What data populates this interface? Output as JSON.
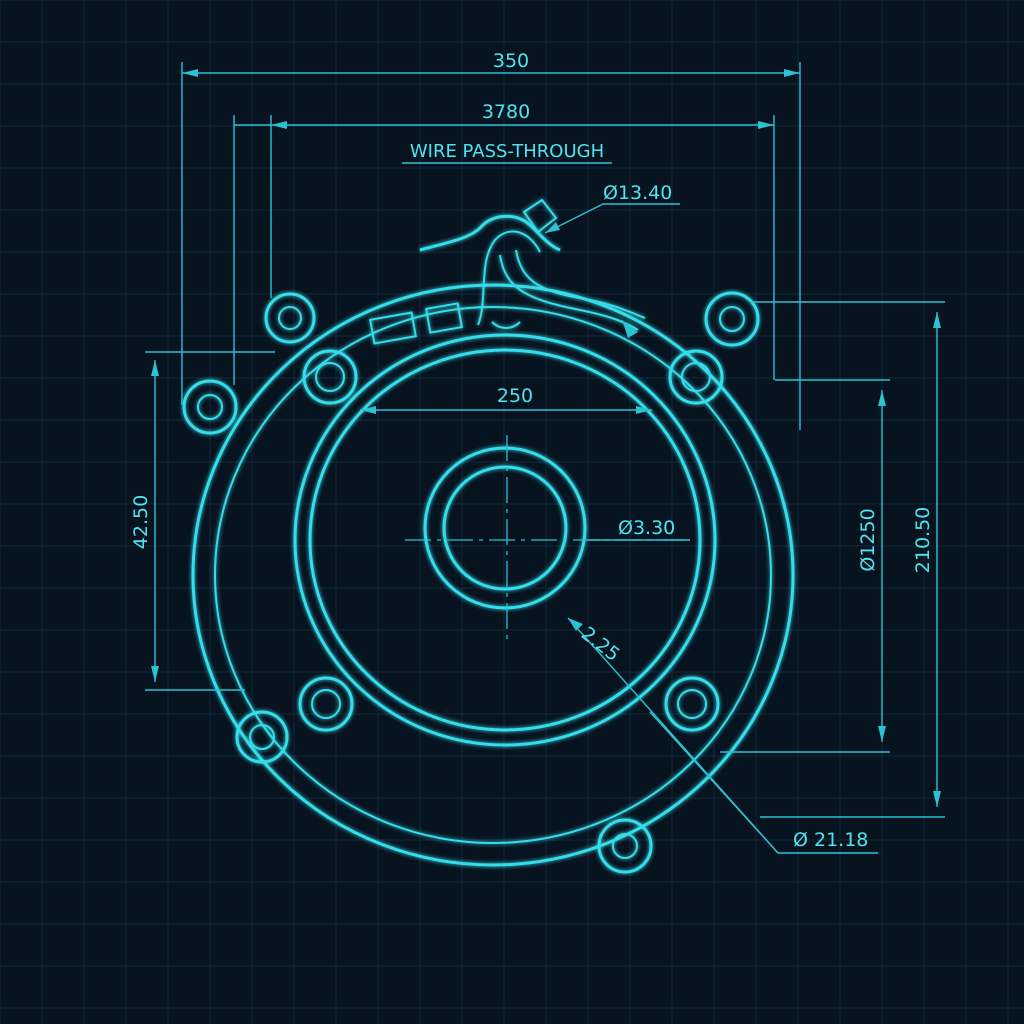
{
  "drawing": {
    "colors": {
      "background": "#07131f",
      "grid": "#10283a",
      "line": "#35dcea",
      "dimension": "#2bc2d4",
      "text": "#4fe4f2"
    },
    "note": "WIRE PASS-THROUGH",
    "dimensions": {
      "overall_width": "350",
      "inner_width": "3780",
      "wire_hole": "Ø13.40",
      "bore_width": "250",
      "hub_diameter": "Ø3.30",
      "left_height": "42.50",
      "right_diameter": "Ø1250",
      "right_height": "210.50",
      "radius_note": "2.25",
      "flange_diameter": "Ø 21.18"
    }
  }
}
